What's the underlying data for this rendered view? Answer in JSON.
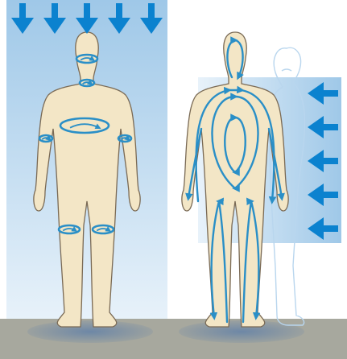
{
  "colors": {
    "background": "#ffffff",
    "airflow_top": "#9fc8e8",
    "airflow_bottom": "#e8f2fa",
    "arrow": "#0b82cf",
    "circulation": "#2a8fc7",
    "body_fill": "#f3e6c6",
    "body_outline": "#7a6a55",
    "ghost_outline": "#b9d6ee",
    "floor": "#a7a89e",
    "shadow": "#6d87a6"
  },
  "icons": {
    "downward_airflow": "arrow-down-icon",
    "sideways_airflow": "arrow-left-icon",
    "limb_ring": "circular-flow-icon"
  },
  "counts": {
    "down_arrows": 5,
    "side_arrows": 5,
    "limb_rings": 7
  }
}
